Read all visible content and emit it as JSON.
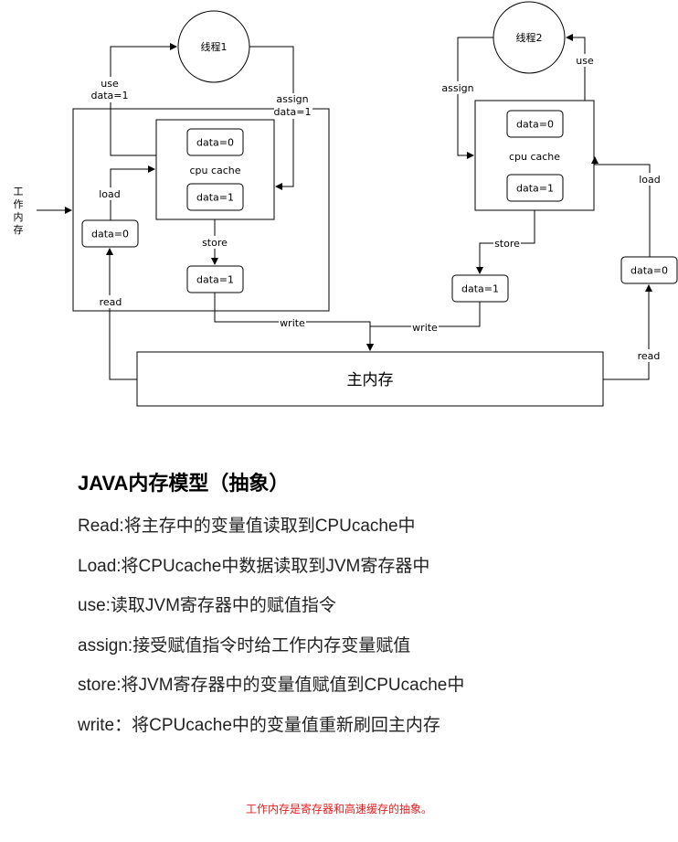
{
  "diagram": {
    "thread1": "线程1",
    "thread2": "线程2",
    "cpu_cache_left": "cpu cache",
    "cpu_cache_right": "cpu cache",
    "left_cache_top": "data=0",
    "left_cache_bottom": "data=1",
    "left_store_box": "data=1",
    "left_read_box": "data=0",
    "right_cache_top": "data=0",
    "right_cache_bottom": "data=1",
    "right_store_box": "data=1",
    "right_read_box": "data=0",
    "main_memory": "主内存",
    "side_label_chars": [
      "工",
      "作",
      "内",
      "存"
    ],
    "edge_labels": {
      "use_left": "use",
      "use_left_value": "data=1",
      "assign_left": "assign",
      "assign_left_value": "data=1",
      "load_left": "load",
      "store_left": "store",
      "read_left": "read",
      "write_left": "write",
      "write_right": "write",
      "assign_right": "assign",
      "use_right": "use",
      "store_right": "store",
      "load_right": "load",
      "read_right": "read"
    }
  },
  "text": {
    "heading": "JAVA内存模型（抽象）",
    "definitions": [
      "Read:将主存中的变量值读取到CPUcache中",
      "Load:将CPUcache中数据读取到JVM寄存器中",
      "use:读取JVM寄存器中的赋值指令",
      "assign:接受赋值指令时给工作内存变量赋值",
      "store:将JVM寄存器中的变量值赋值到CPUcache中",
      "write：将CPUcache中的变量值重新刷回主内存"
    ],
    "note": "工作内存是寄存器和高速缓存的抽象。"
  },
  "colors": {
    "note": "#e02020",
    "stroke": "#000000"
  }
}
